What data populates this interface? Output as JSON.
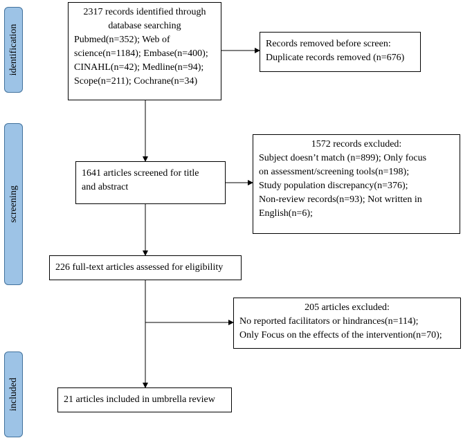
{
  "phases": {
    "identification": "identification",
    "screening": "screening",
    "included": "included"
  },
  "boxes": {
    "identified": {
      "title": "2317 records identified through",
      "lines": [
        "database searching",
        "Pubmed(n=352); Web of",
        "science(n=1184); Embase(n=400);",
        "CINAHL(n=42); Medline(n=94);",
        "Scope(n=211); Cochrane(n=34)"
      ]
    },
    "removed": {
      "lines": [
        "Records removed before screen:",
        "Duplicate records removed (n=676)"
      ]
    },
    "screened": {
      "lines": [
        "1641 articles screened for title",
        "and abstract"
      ]
    },
    "excluded_1": {
      "title": "1572 records excluded:",
      "lines": [
        "Subject doesn’t match (n=899); Only focus",
        "on assessment/screening tools(n=198);",
        "Study population discrepancy(n=376);",
        "Non-review records(n=93); Not written in",
        "English(n=6);"
      ]
    },
    "fulltext": {
      "lines": [
        "226 full-text articles assessed for eligibility"
      ]
    },
    "excluded_2": {
      "title": "205 articles excluded:",
      "lines": [
        "No reported facilitators or hindrances(n=114);",
        "Only Focus on the effects of the intervention(n=70);"
      ]
    },
    "included": {
      "lines": [
        "21 articles included in umbrella review"
      ]
    }
  },
  "colors": {
    "phase_fill": "#9dc3e6",
    "phase_border": "#41719c",
    "line": "#000000"
  }
}
